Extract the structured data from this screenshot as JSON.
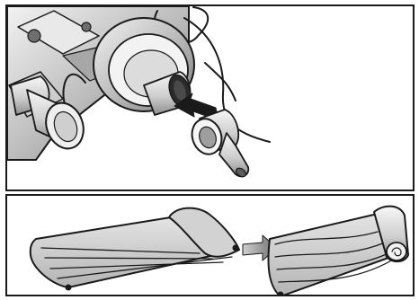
{
  "colors": {
    "ink": "#1a1a1a",
    "paper": "#ffffff",
    "light_gray": "#d6d6d6",
    "mid_gray": "#a9a9a9",
    "dark_gray": "#6e6e6e",
    "arrow_fill": "#1a1a1a",
    "flow_arrow": "#8f8f8f"
  },
  "figure": {
    "panels": [
      {
        "step": "attach-nozzle",
        "icon": "pump-with-nozzle-illustration"
      },
      {
        "step": "roll-up-mattress",
        "icon": "air-mattress-illustration"
      }
    ],
    "arrows": [
      "insert-arrow-icon",
      "sequence-arrow-icon"
    ]
  }
}
